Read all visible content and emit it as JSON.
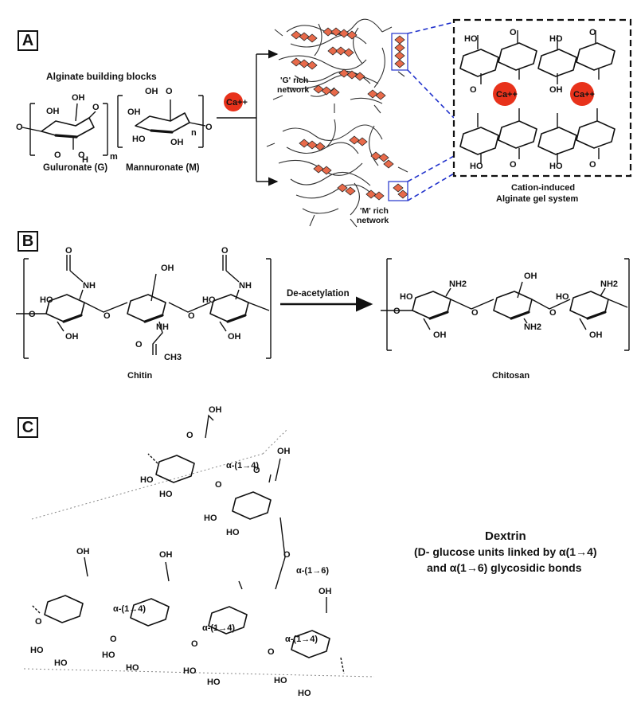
{
  "panels": {
    "a": {
      "badge": "A",
      "header": "Alginate building blocks",
      "unit_g": "Guluronate (G)",
      "unit_m": "Mannuronate (M)",
      "repeat_m": "m",
      "repeat_n": "n",
      "ion": "Ca++",
      "net_g_line1": "'G' rich",
      "net_g_line2": "network",
      "net_m_line1": "'M' rich",
      "net_m_line2": "network",
      "gel_line1": "Cation-induced",
      "gel_line2": "Alginate gel system",
      "ion_in_gel": "Ca++"
    },
    "b": {
      "badge": "B",
      "left_label": "Chitin",
      "right_label": "Chitosan",
      "arrow_label": "De-acetylation",
      "nh": "NH",
      "nh2": "NH2",
      "ch3": "CH3",
      "oh": "OH",
      "ho": "HO",
      "o": "O"
    },
    "c": {
      "badge": "C",
      "title": "Dextrin",
      "desc_line1": "(D- glucose units linked by α(1→4)",
      "desc_line2": "and  α(1→6) glycosidic bonds",
      "link14": "α-(1→4)",
      "link16": "α-(1→6)",
      "oh": "OH",
      "ho": "HO",
      "o": "O"
    }
  },
  "colors": {
    "ion_fill": "#e8321b",
    "diamond_fill": "#e86a4a",
    "dashed_blue": "#2233cc",
    "dark": "#111111"
  }
}
